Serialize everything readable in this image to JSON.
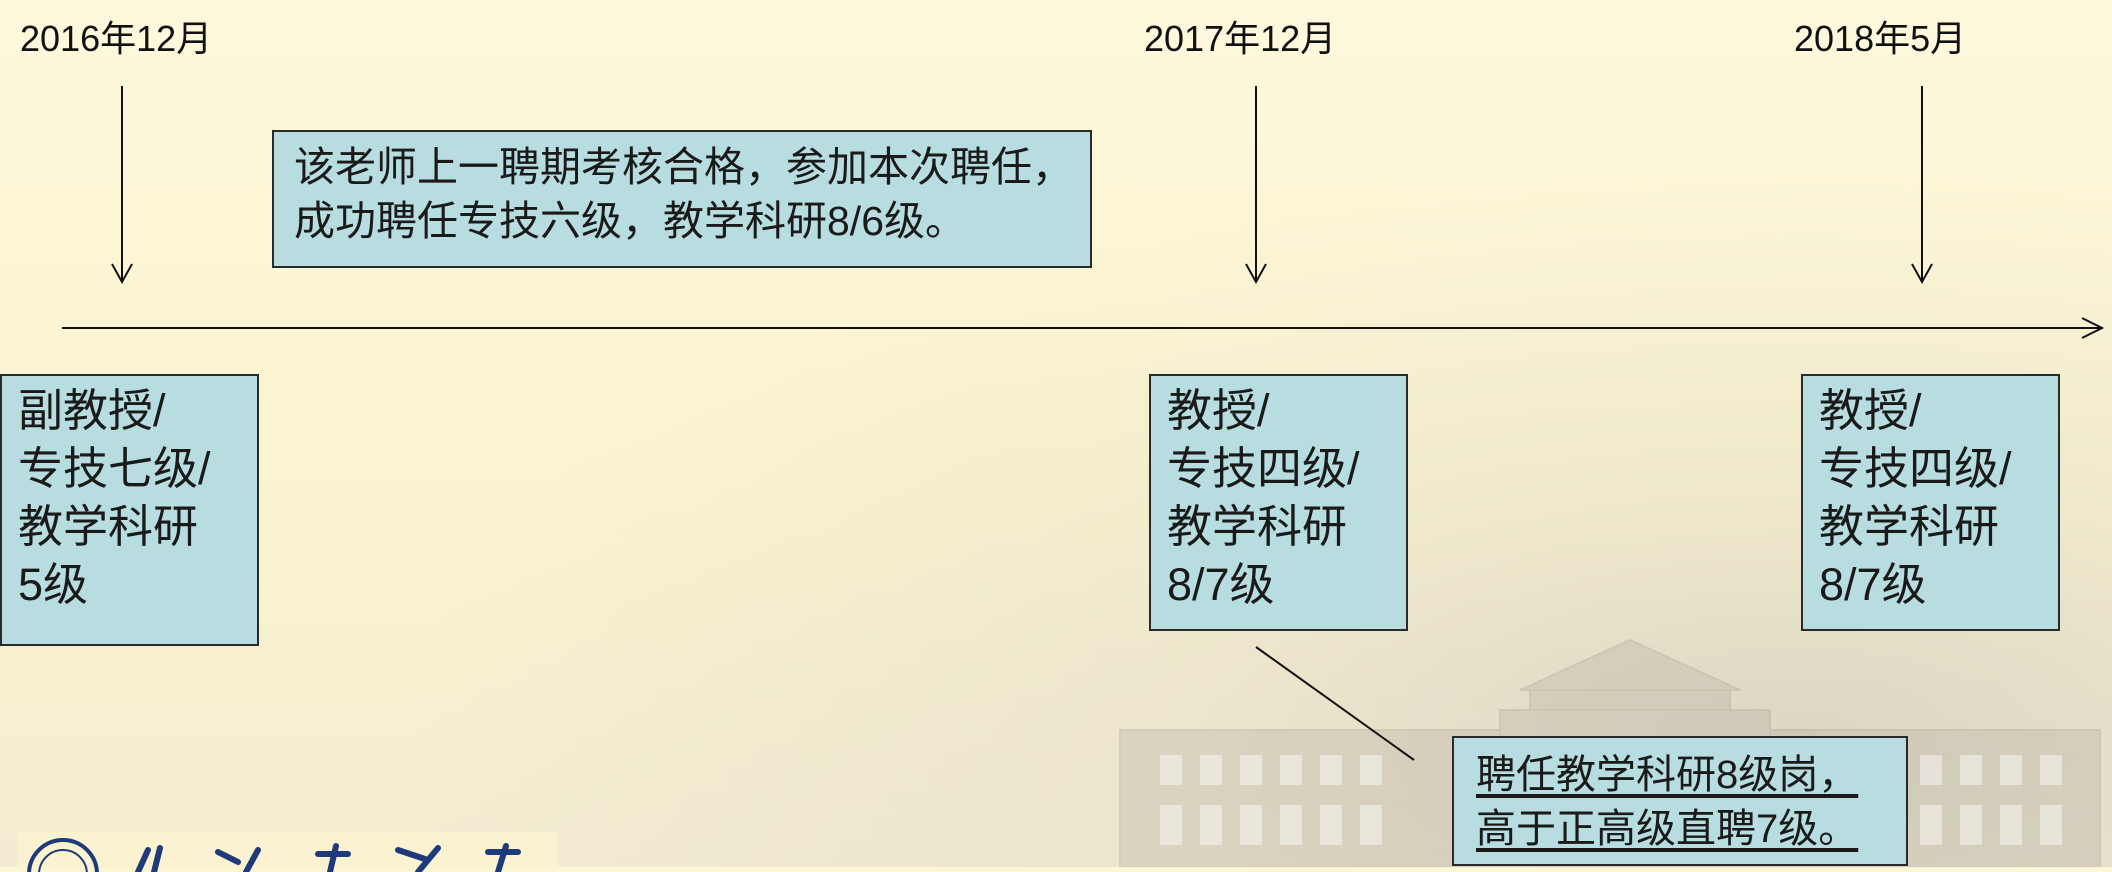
{
  "dates": {
    "d1": "2016年12月",
    "d2": "2017年12月",
    "d3": "2018年5月"
  },
  "description_box": {
    "line1": "该老师上一聘期考核合格，参加本次聘任，",
    "line2": "成功聘任专技六级，教学科研8/6级。"
  },
  "positions": [
    {
      "l1": "副教授/",
      "l2": "专技七级/",
      "l3": "教学科研",
      "l4": "5级"
    },
    {
      "l1": "教授/",
      "l2": "专技四级/",
      "l3": "教学科研",
      "l4": "8/7级"
    },
    {
      "l1": "教授/",
      "l2": "专技四级/",
      "l3": "教学科研",
      "l4": "8/7级"
    }
  ],
  "note": {
    "line1": "聘任教学科研8级岗，",
    "line2": "高于正高级直聘7级。"
  },
  "colors": {
    "box_fill": "#b7dde0",
    "background": "#fdf7d8",
    "line": "#111111"
  }
}
